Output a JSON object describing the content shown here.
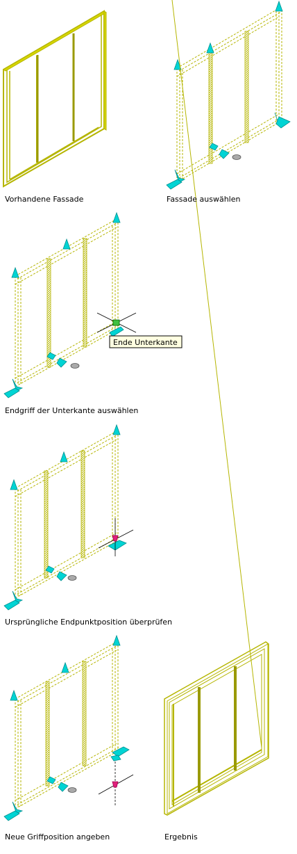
{
  "captions": {
    "p1": "Vorhandene Fassade",
    "p2": "Fassade auswählen",
    "p3": "Endgriff der Unterkante auswählen",
    "p4": "Ursprüngliche Endpunktposition überprüfen",
    "p5": "Neue Griffposition angeben",
    "p6": "Ergebnis"
  },
  "tooltip": {
    "label": "Ende Unterkante"
  },
  "colors": {
    "frame": "#b5b500",
    "frame_dark": "#8f8f00",
    "grip": "#00d4d4",
    "grip_dark": "#008f8f",
    "crosshair": "#000000",
    "marker": "#e0207a",
    "tooltip_bg": "#ffffe1"
  }
}
